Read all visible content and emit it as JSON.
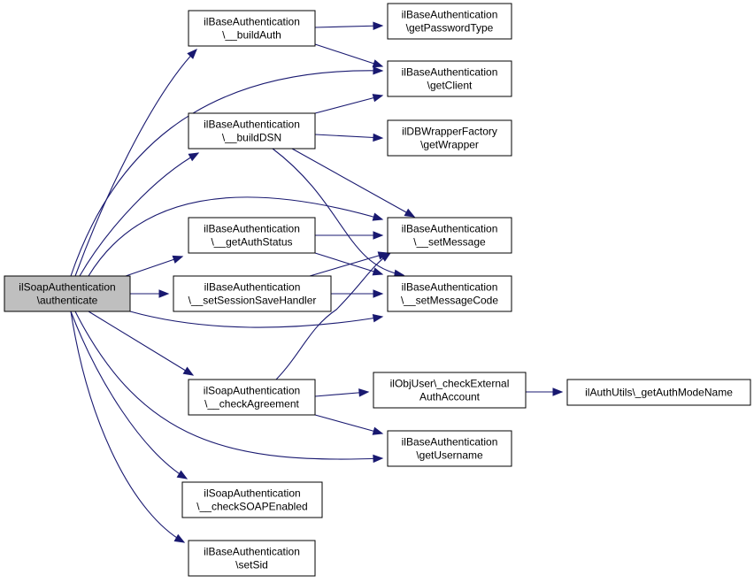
{
  "colors": {
    "edge": "#191970",
    "root_fill": "#bfbfbf",
    "node_fill": "#ffffff",
    "border": "#000000"
  },
  "nodes": [
    {
      "id": "root",
      "lines": [
        "ilSoapAuthentication",
        "\\authenticate"
      ],
      "root": true
    },
    {
      "id": "buildAuth",
      "lines": [
        "ilBaseAuthentication",
        "\\__buildAuth"
      ]
    },
    {
      "id": "getPasswordType",
      "lines": [
        "ilBaseAuthentication",
        "\\getPasswordType"
      ]
    },
    {
      "id": "getClient",
      "lines": [
        "ilBaseAuthentication",
        "\\getClient"
      ]
    },
    {
      "id": "buildDSN",
      "lines": [
        "ilBaseAuthentication",
        "\\__buildDSN"
      ]
    },
    {
      "id": "getWrapper",
      "lines": [
        "ilDBWrapperFactory",
        "\\getWrapper"
      ]
    },
    {
      "id": "getAuthStatus",
      "lines": [
        "ilBaseAuthentication",
        "\\__getAuthStatus"
      ]
    },
    {
      "id": "setMessage",
      "lines": [
        "ilBaseAuthentication",
        "\\__setMessage"
      ]
    },
    {
      "id": "setSessionSaveHandler",
      "lines": [
        "ilBaseAuthentication",
        "\\__setSessionSaveHandler"
      ]
    },
    {
      "id": "setMessageCode",
      "lines": [
        "ilBaseAuthentication",
        "\\__setMessageCode"
      ]
    },
    {
      "id": "checkAgreement",
      "lines": [
        "ilSoapAuthentication",
        "\\__checkAgreement"
      ]
    },
    {
      "id": "checkExternalAuthAccount",
      "lines": [
        "ilObjUser\\_checkExternal",
        "AuthAccount"
      ]
    },
    {
      "id": "getAuthModeName",
      "lines": [
        "ilAuthUtils\\_getAuthModeName"
      ]
    },
    {
      "id": "getUsername",
      "lines": [
        "ilBaseAuthentication",
        "\\getUsername"
      ]
    },
    {
      "id": "checkSOAPEnabled",
      "lines": [
        "ilSoapAuthentication",
        "\\__checkSOAPEnabled"
      ]
    },
    {
      "id": "setSid",
      "lines": [
        "ilBaseAuthentication",
        "\\setSid"
      ]
    }
  ],
  "edges": [
    {
      "from": "root",
      "to": "buildAuth"
    },
    {
      "from": "root",
      "to": "getClient"
    },
    {
      "from": "root",
      "to": "buildDSN"
    },
    {
      "from": "root",
      "to": "setMessage"
    },
    {
      "from": "root",
      "to": "getAuthStatus"
    },
    {
      "from": "root",
      "to": "setSessionSaveHandler"
    },
    {
      "from": "root",
      "to": "setMessageCode"
    },
    {
      "from": "root",
      "to": "checkAgreement"
    },
    {
      "from": "root",
      "to": "getUsername"
    },
    {
      "from": "root",
      "to": "checkSOAPEnabled"
    },
    {
      "from": "root",
      "to": "setSid"
    },
    {
      "from": "buildAuth",
      "to": "getPasswordType"
    },
    {
      "from": "buildAuth",
      "to": "getClient"
    },
    {
      "from": "buildDSN",
      "to": "getClient"
    },
    {
      "from": "buildDSN",
      "to": "getWrapper"
    },
    {
      "from": "buildDSN",
      "to": "setMessage"
    },
    {
      "from": "buildDSN",
      "to": "setMessageCode"
    },
    {
      "from": "getAuthStatus",
      "to": "setMessage"
    },
    {
      "from": "getAuthStatus",
      "to": "setMessageCode"
    },
    {
      "from": "setSessionSaveHandler",
      "to": "setMessage"
    },
    {
      "from": "setSessionSaveHandler",
      "to": "setMessageCode"
    },
    {
      "from": "checkAgreement",
      "to": "setMessage"
    },
    {
      "from": "checkAgreement",
      "to": "checkExternalAuthAccount"
    },
    {
      "from": "checkAgreement",
      "to": "getUsername"
    },
    {
      "from": "checkExternalAuthAccount",
      "to": "getAuthModeName"
    }
  ]
}
